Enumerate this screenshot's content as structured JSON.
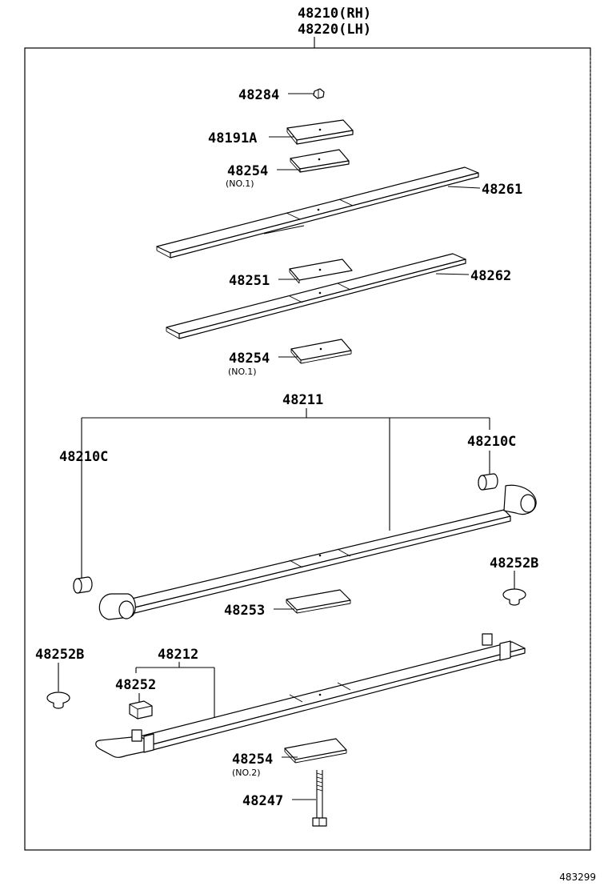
{
  "header": {
    "line1": "48210(RH)",
    "line2": "48220(LH)"
  },
  "parts": {
    "p48284": "48284",
    "p48191a": "48191A",
    "p48254_a": "48254",
    "p48254_a_note": "(NO.1)",
    "p48261": "48261",
    "p48251": "48251",
    "p48262": "48262",
    "p48254_b": "48254",
    "p48254_b_note": "(NO.1)",
    "p48211": "48211",
    "p48210c_left": "48210C",
    "p48210c_right": "48210C",
    "p48252b_right": "48252B",
    "p48253": "48253",
    "p48252b_left": "48252B",
    "p48212": "48212",
    "p48252": "48252",
    "p48254_c": "48254",
    "p48254_c_note": "(NO.2)",
    "p48247": "48247"
  },
  "figure_code": "483299"
}
